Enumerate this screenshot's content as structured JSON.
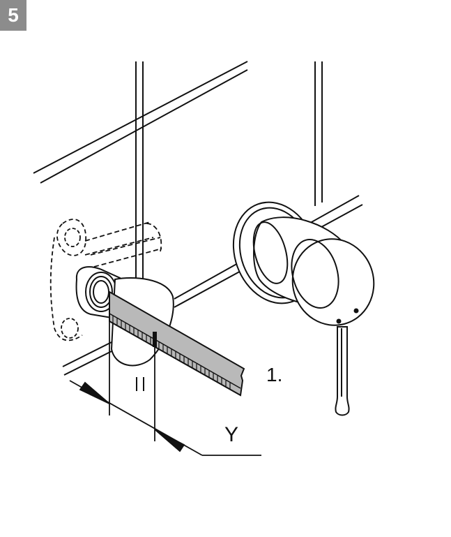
{
  "step": {
    "number": "5"
  },
  "callouts": {
    "step_label": "1.",
    "dimension_label": "Y"
  },
  "colors": {
    "badge": "#8c8c8c",
    "ruler_fill": "#b9b9b9",
    "line": "#111111"
  },
  "icons": [
    "wall-tiles",
    "wall-box-fitting",
    "measuring-ruler",
    "mixer-valve",
    "lever-handle"
  ]
}
